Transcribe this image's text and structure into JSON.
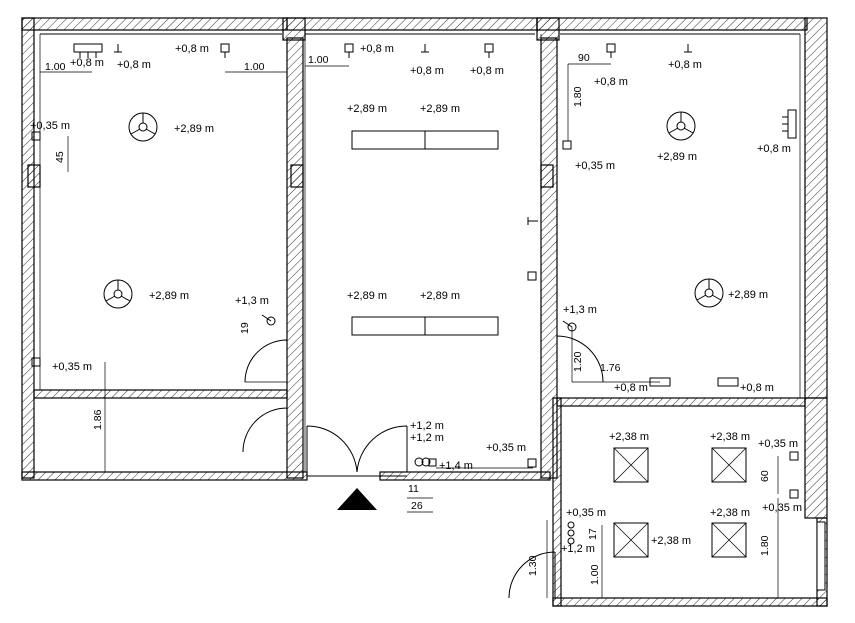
{
  "drawing": {
    "lights": {
      "ceiling_2_89": "+2,89 m",
      "ceiling_2_38": "+2,38 m"
    },
    "sockets": {
      "h_0_8": "+0,8 m",
      "h_0_35": "+0,35 m",
      "h_1_2": "+1,2 m",
      "h_1_3": "+1,3 m",
      "h_1_4": "+1,4 m"
    },
    "dimensions": {
      "d_1_00": "1.00",
      "d_90": "90",
      "d_1_80": "1.80",
      "d_45": "45",
      "d_19": "19",
      "d_1_86": "1.86",
      "d_1_20": "1.20",
      "d_1_76": "1.76",
      "d_11": "11",
      "d_26": "26",
      "d_60": "60",
      "d_1_30": "1.30",
      "d_17": "17"
    }
  }
}
